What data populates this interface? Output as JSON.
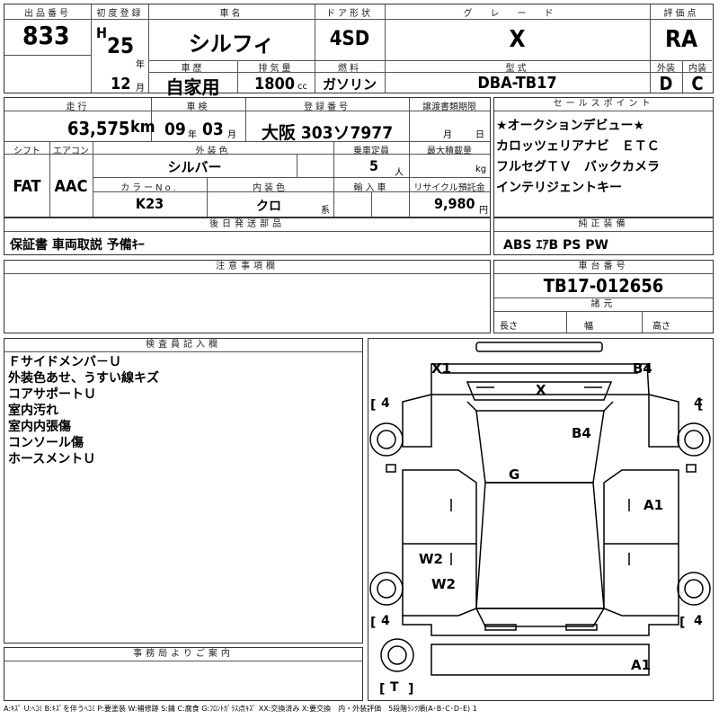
{
  "header": {
    "lot_label": "出品番号",
    "lot": "833",
    "reg_label": "初度登録",
    "era": "H",
    "year": "25",
    "year_unit": "年",
    "month": "12",
    "month_unit": "月",
    "name_label": "車名",
    "name": "シルフィ",
    "door_label": "ドア形状",
    "door": "4SD",
    "grade_label": "グレード",
    "grade": "X",
    "score_label": "評価点",
    "score": "RA",
    "history_label": "車歴",
    "history": "自家用",
    "displacement_label": "排気量",
    "displacement": "1800",
    "displacement_unit": "cc",
    "fuel_label": "燃料",
    "fuel": "ガソリン",
    "model_label": "型式",
    "model": "DBA-TB17",
    "exterior_label": "外装",
    "exterior": "D",
    "interior_label": "内装",
    "interior": "C"
  },
  "row2": {
    "mileage_label": "走行",
    "mileage": "63,575",
    "mileage_unit": "km",
    "inspection_label": "車検",
    "insp_year": "09",
    "insp_year_unit": "年",
    "insp_month": "03",
    "insp_month_unit": "月",
    "plate_label": "登録番号",
    "plate": "大阪 303ソ7977",
    "transfer_label": "譲渡書類期限",
    "transfer_month": "月",
    "transfer_day": "日",
    "sales_label": "セールスポイント",
    "sales_points": [
      "★オークションデビュー★",
      "カロッツェリアナビ　ＥＴＣ",
      "フルセグＴＶ　バックカメラ",
      "インテリジェントキー"
    ],
    "shift_label": "シフト",
    "shift": "FAT",
    "ac_label": "エアコン",
    "ac": "AAC",
    "color_label": "外装色",
    "color": "シルバー",
    "capacity_label": "乗車定員",
    "capacity": "5",
    "capacity_unit": "人",
    "loadmax_label": "最大積載量",
    "loadmax_unit": "kg",
    "colorno_label": "カラーNo.",
    "colorno": "K23",
    "intcolor_label": "内装色",
    "intcolor": "クロ",
    "intcolor_unit": "系",
    "import_label": "輸入車",
    "recycle_label": "リサイクル預託金",
    "recycle": "9,980",
    "recycle_unit": "円"
  },
  "parts": {
    "label": "後日発送部品",
    "value": "保証書 車両取説 予備ｷｰ"
  },
  "equip": {
    "label": "純正装備",
    "value": "ABS ｴｱB PS PW"
  },
  "notes": {
    "label": "注意事項欄"
  },
  "chassis": {
    "label": "車台番号",
    "value": "TB17-012656",
    "dims_label": "諸元",
    "length": "長さ",
    "width": "幅",
    "height": "高さ"
  },
  "inspector": {
    "label": "検査員記入欄",
    "lines": [
      "Ｆサイドメンバ－Ｕ",
      "外装色あせ、うすい線キズ",
      "コアサポートＵ",
      "室内汚れ",
      "室内内張傷",
      "コンソール傷",
      "ホースメントＵ"
    ]
  },
  "office": {
    "label": "事務局よりご案内"
  },
  "diagram": {
    "marks": [
      "X1",
      "B4",
      "X",
      "B4",
      "G",
      "A1",
      "W2",
      "W2",
      "A1"
    ],
    "tires": [
      "4",
      "4",
      "4",
      "4",
      "T"
    ]
  },
  "legend": "A:ｷｽﾞ U:ﾍｺﾐ B:ｷｽﾞを伴うﾍｺﾐ P:要塗装 W:補修跡 S:錆 C:腐食 G:ﾌﾛﾝﾄｶﾞﾗｽ点ｷｽﾞ XX:交換済み X:要交換　内・外装評価　5段階ﾗﾝｸ順(A･B･C･D･E) 1"
}
